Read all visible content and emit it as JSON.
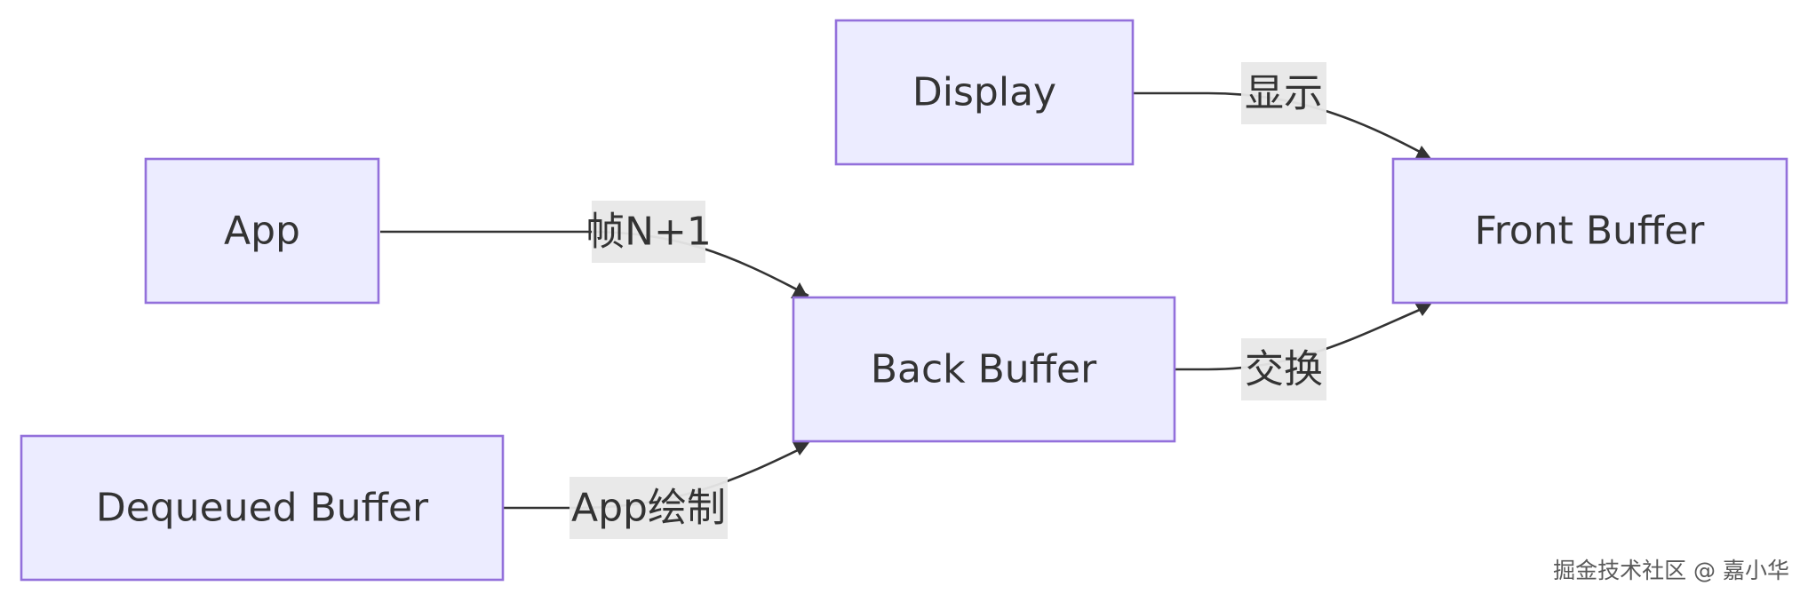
{
  "nodes": {
    "app": "App",
    "dequeued": "Dequeued Buffer",
    "back": "Back Buffer",
    "display": "Display",
    "front": "Front Buffer"
  },
  "edges": {
    "app_to_back": "帧N+1",
    "dequeued_to_back": "App绘制",
    "back_to_front": "交换",
    "display_to_front": "显示"
  },
  "watermark": "掘金技术社区 @ 嘉小华",
  "colors": {
    "node_fill": "#ECECFF",
    "node_stroke": "#9370DB",
    "edge": "#333333",
    "label_bg": "#E8E8E8",
    "text": "#333333"
  }
}
